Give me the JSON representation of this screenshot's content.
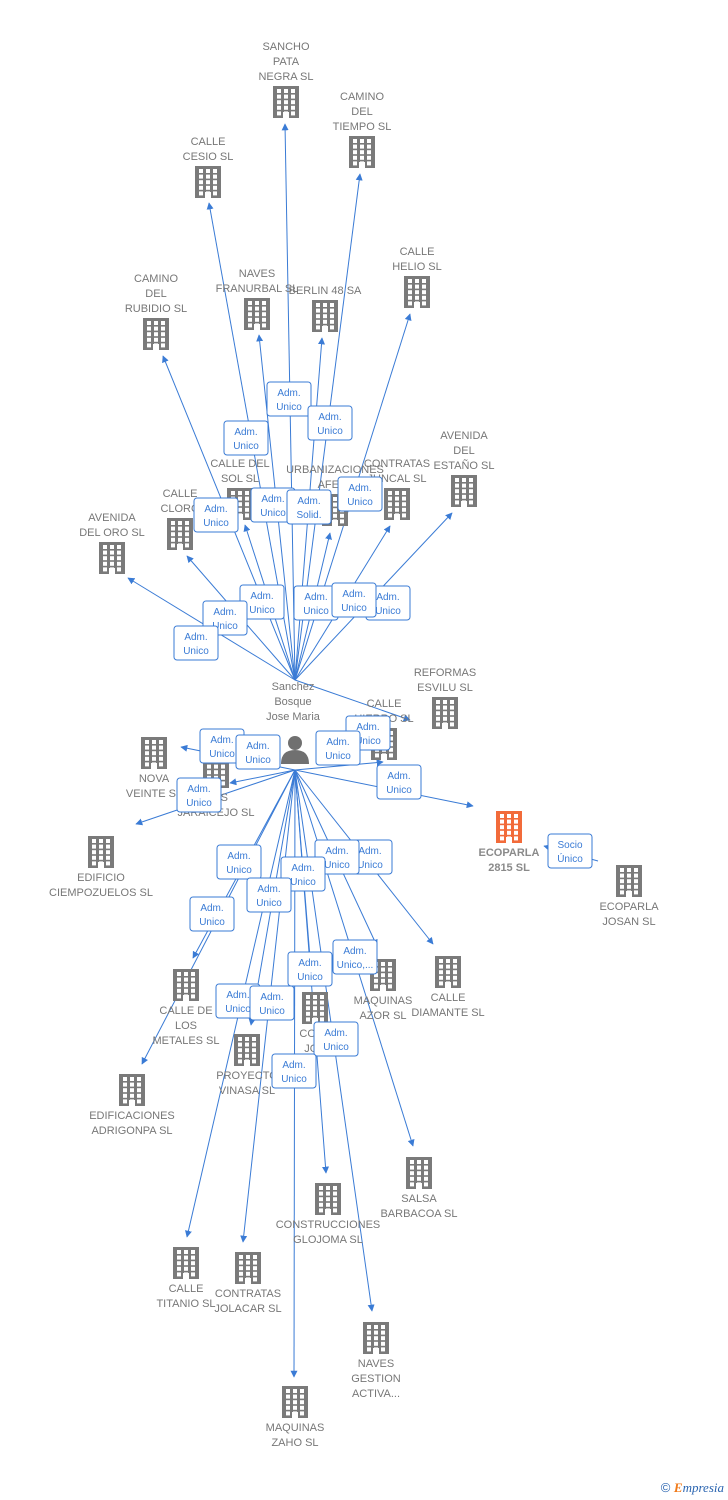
{
  "colors": {
    "edge": "#3a7bd5",
    "building": "#7a7a7a",
    "building_highlight": "#f26b3a",
    "person": "#707070"
  },
  "footer": {
    "copyright": "©",
    "brand_e": "E",
    "brand_rest": "mpresia"
  },
  "center": {
    "id": "person",
    "label": [
      "Sanchez",
      "Bosque",
      "Jose Maria"
    ]
  },
  "nodes": [
    {
      "id": "sancho",
      "label": [
        "SANCHO",
        "PATA",
        "NEGRA  SL"
      ]
    },
    {
      "id": "camino_tiempo",
      "label": [
        "CAMINO",
        "DEL",
        "TIEMPO SL"
      ]
    },
    {
      "id": "calle_cesio",
      "label": [
        "CALLE",
        "CESIO SL"
      ]
    },
    {
      "id": "calle_helio",
      "label": [
        "CALLE",
        "HELIO SL"
      ]
    },
    {
      "id": "naves_franurbal",
      "label": [
        "NAVES",
        "FRANURBAL SL"
      ]
    },
    {
      "id": "berlin",
      "label": [
        "BERLIN 48 SA"
      ]
    },
    {
      "id": "camino_rubidio",
      "label": [
        "CAMINO",
        "DEL",
        "RUBIDIO SL"
      ]
    },
    {
      "id": "avenida_estano",
      "label": [
        "AVENIDA",
        "DEL",
        "ESTAÑO SL"
      ]
    },
    {
      "id": "calle_sol",
      "label": [
        "CALLE DEL",
        "SOL SL"
      ]
    },
    {
      "id": "urbanizaciones",
      "label": [
        "URBANIZACIONES",
        "AFERJ"
      ]
    },
    {
      "id": "contratas_juncal",
      "label": [
        "CONTRATAS",
        "JUNCAL SL"
      ]
    },
    {
      "id": "calle_cloro",
      "label": [
        "CALLE",
        "CLORO"
      ]
    },
    {
      "id": "avenida_oro",
      "label": [
        "AVENIDA",
        "DEL ORO SL"
      ]
    },
    {
      "id": "reformas_esvilu",
      "label": [
        "REFORMAS",
        "ESVILU SL"
      ]
    },
    {
      "id": "calle_hierro",
      "label": [
        "CALLE",
        "HIERRO SL"
      ]
    },
    {
      "id": "nova_veinte",
      "label": [
        "NOVA",
        "VEINTE SL"
      ]
    },
    {
      "id": "mas_jaraicejo",
      "label": [
        "MAS",
        "JARAICEJO SL"
      ]
    },
    {
      "id": "ecoparla_2815",
      "label": [
        "ECOPARLA",
        "2815  SL"
      ],
      "highlight": true
    },
    {
      "id": "ecoparla_josan",
      "label": [
        "ECOPARLA",
        "JOSAN  SL"
      ]
    },
    {
      "id": "edificio_ciempozuelos",
      "label": [
        "EDIFICIO",
        "CIEMPOZUELOS SL"
      ]
    },
    {
      "id": "calle_diamante",
      "label": [
        "CALLE",
        "DIAMANTE SL"
      ]
    },
    {
      "id": "maquinas_azor",
      "label": [
        "MAQUINAS",
        "AZOR  SL"
      ]
    },
    {
      "id": "calle_metales",
      "label": [
        "CALLE DE",
        "LOS",
        "METALES SL"
      ]
    },
    {
      "id": "cont_jos",
      "label": [
        "CONT",
        "JOS"
      ]
    },
    {
      "id": "proyectos_vinasa",
      "label": [
        "PROYECTO",
        "VINASA SL"
      ]
    },
    {
      "id": "edificaciones_adrigonpa",
      "label": [
        "EDIFICACIONES",
        "ADRIGONPA SL"
      ]
    },
    {
      "id": "salsa_barbacoa",
      "label": [
        "SALSA",
        "BARBACOA SL"
      ]
    },
    {
      "id": "construcciones_glojoma",
      "label": [
        "CONSTRUCCIONES",
        "GLOJOMA SL"
      ]
    },
    {
      "id": "calle_titanio",
      "label": [
        "CALLE",
        "TITANIO SL"
      ]
    },
    {
      "id": "contratas_jolacar",
      "label": [
        "CONTRATAS",
        "JOLACAR SL"
      ]
    },
    {
      "id": "naves_gestion",
      "label": [
        "NAVES",
        "GESTION",
        "ACTIVA..."
      ]
    },
    {
      "id": "maquinas_zaho",
      "label": [
        "MAQUINAS",
        "ZAHO  SL"
      ]
    }
  ],
  "edges": [
    {
      "target": "sancho",
      "label": [
        "Adm.",
        "Unico"
      ]
    },
    {
      "target": "camino_tiempo",
      "label": [
        "Adm.",
        "Unico"
      ]
    },
    {
      "target": "calle_cesio",
      "label": [
        "Adm.",
        "Unico"
      ]
    },
    {
      "target": "calle_helio",
      "label": [
        "Adm.",
        "Unico"
      ]
    },
    {
      "target": "naves_franurbal",
      "label": [
        "Adm.",
        "Unico"
      ]
    },
    {
      "target": "berlin",
      "label": [
        "Adm.",
        "Solid."
      ]
    },
    {
      "target": "camino_rubidio",
      "label": [
        "Adm.",
        "Unico"
      ]
    },
    {
      "target": "avenida_estano",
      "label": [
        "Adm.",
        "Unico"
      ]
    },
    {
      "target": "calle_sol",
      "label": [
        "Adm.",
        "Unico"
      ]
    },
    {
      "target": "urbanizaciones",
      "label": [
        "Adm.",
        "Unico"
      ]
    },
    {
      "target": "contratas_juncal",
      "label": [
        "Adm.",
        "Unico"
      ]
    },
    {
      "target": "calle_cloro",
      "label": [
        "Adm.",
        "Unico"
      ]
    },
    {
      "target": "avenida_oro",
      "label": [
        "Adm.",
        "Unico"
      ]
    },
    {
      "target": "reformas_esvilu",
      "label": [
        "Adm.",
        "Unico"
      ]
    },
    {
      "target": "calle_hierro",
      "label": [
        "Adm.",
        "Unico"
      ]
    },
    {
      "target": "nova_veinte",
      "label": [
        "Adm.",
        "Unico"
      ]
    },
    {
      "target": "mas_jaraicejo",
      "label": [
        "Adm.",
        "Unico"
      ]
    },
    {
      "target": "ecoparla_2815",
      "label": [
        "Adm.",
        "Unico"
      ]
    },
    {
      "target": "edificio_ciempozuelos",
      "label": [
        "Adm.",
        "Unico"
      ]
    },
    {
      "target": "calle_diamante",
      "label": [
        "Adm.",
        "Unico"
      ]
    },
    {
      "target": "maquinas_azor",
      "label": [
        "Adm.",
        "Unico"
      ]
    },
    {
      "target": "calle_metales",
      "label": [
        "Adm.",
        "Unico"
      ]
    },
    {
      "target": "cont_jos",
      "label": [
        "Adm.",
        "Unico"
      ]
    },
    {
      "target": "proyectos_vinasa",
      "label": [
        "Adm.",
        "Unico"
      ]
    },
    {
      "target": "edificaciones_adrigonpa",
      "label": [
        "Adm.",
        "Unico"
      ]
    },
    {
      "target": "salsa_barbacoa",
      "label": [
        "Adm.",
        "Unico,..."
      ]
    },
    {
      "target": "construcciones_glojoma",
      "label": [
        "Adm.",
        "Unico"
      ]
    },
    {
      "target": "calle_titanio",
      "label": [
        "Adm.",
        "Unico"
      ]
    },
    {
      "target": "contratas_jolacar",
      "label": [
        "Adm.",
        "Unico"
      ]
    },
    {
      "target": "naves_gestion",
      "label": [
        "Adm.",
        "Unico"
      ]
    },
    {
      "target": "maquinas_zaho",
      "label": [
        "Adm.",
        "Unico"
      ]
    },
    {
      "source": "ecoparla_josan",
      "target": "ecoparla_2815",
      "label": [
        "Socio",
        "Único"
      ]
    }
  ]
}
